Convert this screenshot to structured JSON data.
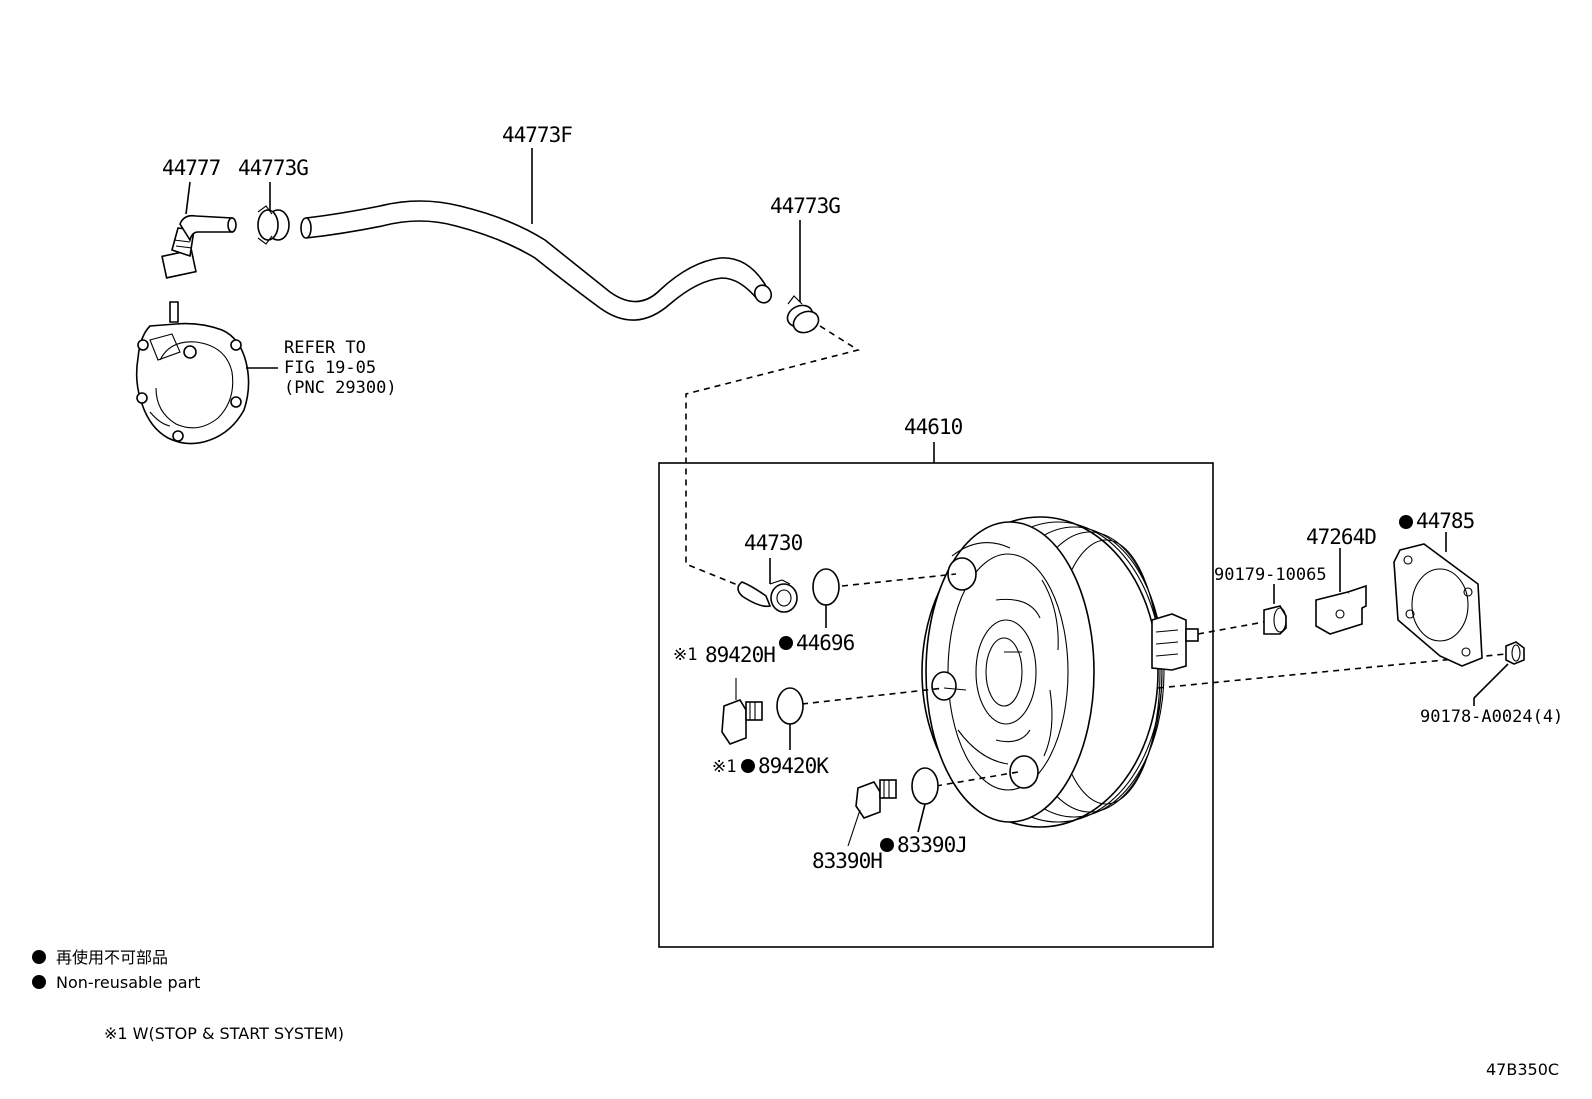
{
  "parts": {
    "check_valve": "44777",
    "clip_left": "44773G",
    "hose": "44773F",
    "clip_right": "44773G",
    "reference_1": "REFER TO",
    "reference_2": "FIG 19-05",
    "reference_3": "(PNC 29300)",
    "booster_assy": "44610",
    "vacuum_tube": "44730",
    "grommet_1": "44696",
    "sensor_1": "89420H",
    "grommet_2": "89420K",
    "sensor_2": "83390H",
    "grommet_3": "83390J",
    "clevis": "47264D",
    "gasket": "44785",
    "nut_clevis": "90179-10065",
    "nut_booster": "90178-A0024(4)"
  },
  "marks": {
    "note_mark": "※1",
    "note_mark_2": "※1"
  },
  "legend": {
    "line_ja": "再使用不可部品",
    "line_en": "Non-reusable part",
    "note": "※1 W(STOP & START SYSTEM)"
  },
  "figure_code": "47B350C"
}
